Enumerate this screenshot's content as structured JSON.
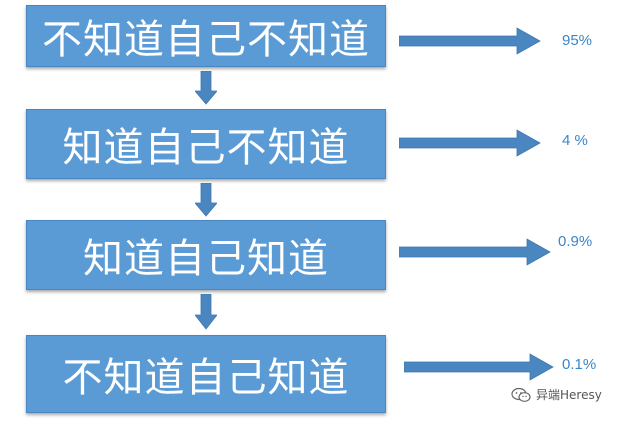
{
  "steps": [
    {
      "text": "不知道自己不知道",
      "percent": "95%"
    },
    {
      "text": "知道自己不知道",
      "percent": "4 %"
    },
    {
      "text": "知道自己知道",
      "percent": "0.9%"
    },
    {
      "text": "不知道自己知道",
      "percent": "0.1%"
    }
  ],
  "watermark": {
    "text": "异端Heresy",
    "icon": "wechat-icon"
  },
  "colors": {
    "box_fill": "#5b9bd5",
    "arrow_fill": "#4a86c0",
    "percent_text": "#3a86c8",
    "box_text": "#ffffff"
  }
}
